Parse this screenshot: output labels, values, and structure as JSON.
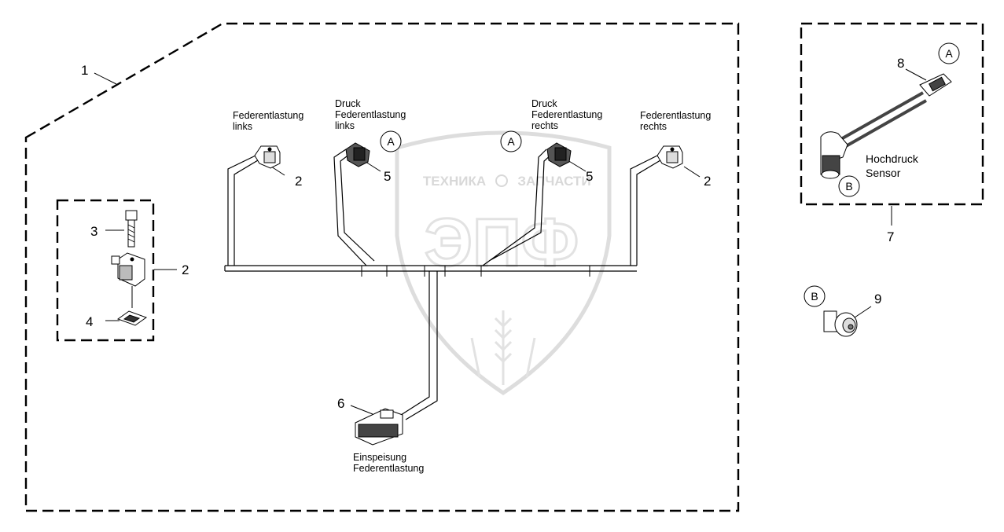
{
  "labels": {
    "fed_links": [
      "Federentlastung",
      "links"
    ],
    "druck_links": [
      "Druck",
      "Federentlastung",
      "links"
    ],
    "druck_rechts": [
      "Druck",
      "Federentlastung",
      "rechts"
    ],
    "fed_rechts": [
      "Federentlastung",
      "rechts"
    ],
    "hochdruck": [
      "Hochdruck",
      "Sensor"
    ],
    "einspeisung": [
      "Einspeisung",
      "Federentlastung"
    ]
  },
  "callouts": {
    "n1": "1",
    "n2a": "2",
    "n2b": "2",
    "n2c": "2",
    "n3": "3",
    "n4": "4",
    "n5a": "5",
    "n5b": "5",
    "n6": "6",
    "n7": "7",
    "n8": "8",
    "n9": "9"
  },
  "connectors": {
    "a1": "A",
    "a2": "A",
    "a3": "A",
    "b1": "B",
    "b2": "B"
  },
  "watermark": {
    "left": "ТЕХНИКА",
    "right": "ЗАПЧАСТИ",
    "logo": "ЭПФ"
  }
}
